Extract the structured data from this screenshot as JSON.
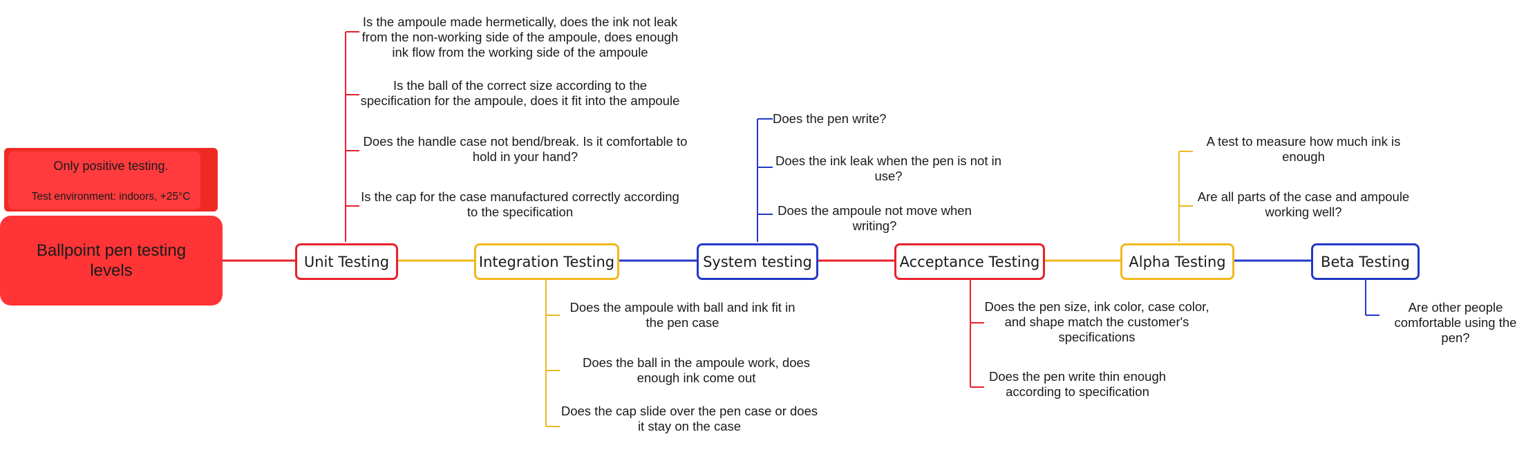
{
  "title": "Ballpoint pen testing levels",
  "note": {
    "line1": "Only positive testing.",
    "line2": "Test environment: indoors, +25°C"
  },
  "colors": {
    "red": "#e8202a",
    "yellow": "#f0b81c",
    "blue": "#2338c7",
    "root_fill": "#ff3436"
  },
  "stages": [
    {
      "label": "Unit Testing",
      "color": "red"
    },
    {
      "label": "Integration Testing",
      "color": "yellow"
    },
    {
      "label": "System testing",
      "color": "blue"
    },
    {
      "label": "Acceptance Testing",
      "color": "red"
    },
    {
      "label": "Alpha Testing",
      "color": "yellow"
    },
    {
      "label": "Beta Testing",
      "color": "blue"
    }
  ],
  "details": {
    "unit": [
      "Is the ampoule made hermetically, does the ink not leak from the non-working side of the ampoule, does enough ink flow from the working side of the ampoule",
      "Is the ball of the correct size according to the specification for the ampoule, does it fit into the ampoule",
      "Does the handle case not bend/break. Is it comfortable to hold in your hand?",
      "Is the cap for the case manufactured correctly according to the specification"
    ],
    "integration": [
      "Does the ampoule with ball and ink fit in the pen case",
      "Does the ball in the ampoule work, does enough ink come out",
      "Does the cap slide over the pen case or does it stay on the case"
    ],
    "system": [
      "Does the pen write?",
      "Does the ink leak when the pen is not in use?",
      "Does the ampoule not move when writing?"
    ],
    "acceptance": [
      "Does the pen size, ink color, case color, and shape match the customer's specifications",
      "Does the pen write thin enough according to specification"
    ],
    "alpha": [
      "A test to measure how much ink is enough",
      "Are all parts of the case and ampoule working well?"
    ],
    "beta": [
      "Are other people comfortable using the pen?"
    ]
  }
}
